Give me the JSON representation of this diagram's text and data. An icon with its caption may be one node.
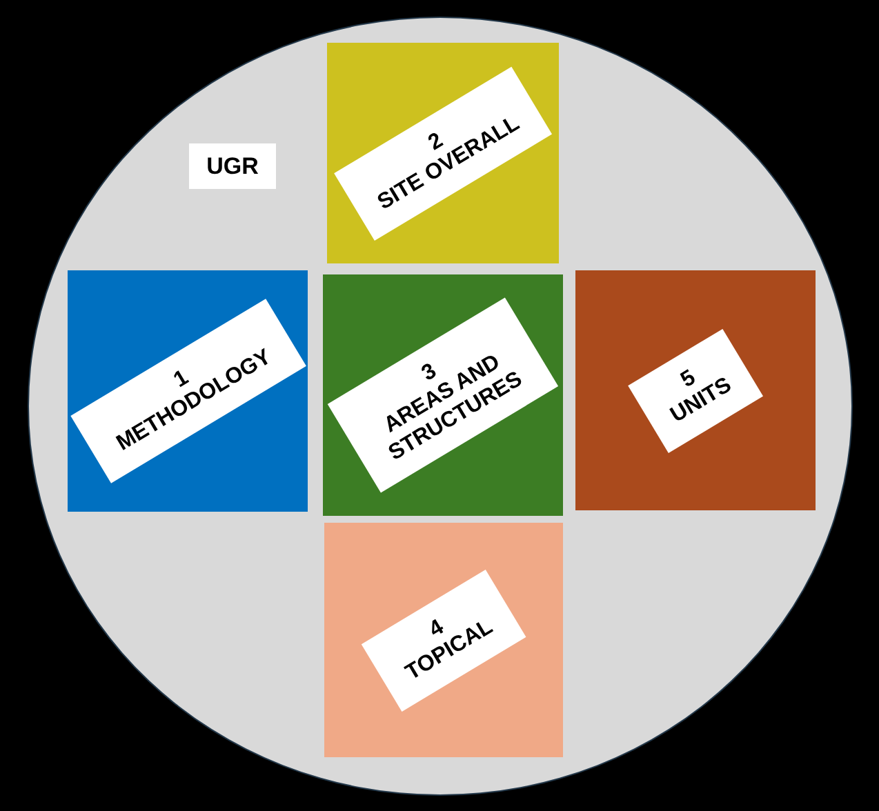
{
  "diagram": {
    "nodes": [
      {
        "text": [],
        "shape": "circle"
      },
      {
        "text": [
          "UGR"
        ],
        "in": 0
      },
      {
        "text": [
          "2",
          "SITE OVERALL"
        ],
        "in": 0
      },
      {
        "text": [
          "1",
          "METHODOLOGY"
        ],
        "in": 0
      },
      {
        "text": [
          "3",
          "AREAS AND STRUCTURES"
        ],
        "in": 0
      },
      {
        "text": [
          "5",
          "UNITS"
        ],
        "in": 0
      },
      {
        "text": [
          "4",
          "TOPICAL"
        ],
        "in": 0
      }
    ]
  }
}
